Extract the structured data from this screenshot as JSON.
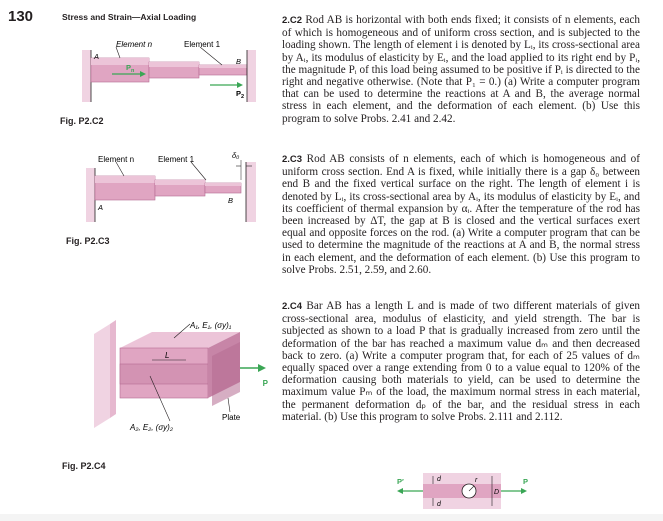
{
  "page": {
    "number": "130",
    "header": "Stress and Strain—Axial Loading"
  },
  "figures": {
    "p2c2": {
      "caption": "Fig. P2.C2",
      "element_n": "Element n",
      "element_1": "Element 1",
      "a": "A",
      "b": "B",
      "pn": "P",
      "pn_sub": "n",
      "p2": "P",
      "p2_sub": "2"
    },
    "p2c3": {
      "caption": "Fig. P2.C3",
      "element_n": "Element n",
      "element_1": "Element 1",
      "a": "A",
      "b": "B",
      "delta0": "δ₀"
    },
    "p2c4": {
      "caption": "Fig. P2.C4",
      "material_1": "A₁, E₁, (σy)₁",
      "material_2": "A₂, E₂, (σy)₂",
      "l": "L",
      "p": "P",
      "plate": "Plate"
    },
    "loading": {
      "p_prime": "P′",
      "p": "P",
      "r": "r",
      "d": "D",
      "d_top": "d",
      "d_bottom": "d"
    },
    "colors": {
      "bar_pink": "#e0a5c2",
      "bar_dark": "#b56b92",
      "wall_pink": "#f0d3e2",
      "arrow_green": "#3aa655",
      "text": "#231f20"
    }
  },
  "problems": {
    "c2": {
      "number": "2.C2",
      "text": "Rod AB is horizontal with both ends fixed; it consists of n elements, each of which is homogeneous and of uniform cross section, and is subjected to the loading shown. The length of element i is denoted by Lᵢ, its cross-sectional area by Aᵢ, its modulus of elasticity by Eᵢ, and the load applied to its right end by Pᵢ, the magnitude Pᵢ of this load being assumed to be positive if Pᵢ is directed to the right and negative otherwise. (Note that P₁ = 0.) (a) Write a computer program that can be used to determine the reactions at A and B, the average normal stress in each element, and the deformation of each element. (b) Use this program to solve Probs. 2.41 and 2.42."
    },
    "c3": {
      "number": "2.C3",
      "text": "Rod AB consists of n elements, each of which is homogeneous and of uniform cross section. End A is fixed, while initially there is a gap δ₀ between end B and the fixed vertical surface on the right. The length of element i is denoted by Lᵢ, its cross-sectional area by Aᵢ, its modulus of elasticity by Eᵢ, and its coefficient of thermal expansion by αᵢ. After the temperature of the rod has been increased by ΔT, the gap at B is closed and the vertical surfaces exert equal and opposite forces on the rod. (a) Write a computer program that can be used to determine the magnitude of the reactions at A and B, the normal stress in each element, and the deformation of each element. (b) Use this program to solve Probs. 2.51, 2.59, and 2.60."
    },
    "c4": {
      "number": "2.C4",
      "text": "Bar AB has a length L and is made of two different materials of given cross-sectional area, modulus of elasticity, and yield strength. The bar is subjected as shown to a load P that is gradually increased from zero until the deformation of the bar has reached a maximum value dₘ and then decreased back to zero. (a) Write a computer program that, for each of 25 values of dₘ equally spaced over a range extending from 0 to a value equal to 120% of the deformation causing both materials to yield, can be used to determine the maximum value Pₘ of the load, the maximum normal stress in each material, the permanent deformation dₚ of the bar, and the residual stress in each material. (b) Use this program to solve Probs. 2.111 and 2.112."
    }
  }
}
